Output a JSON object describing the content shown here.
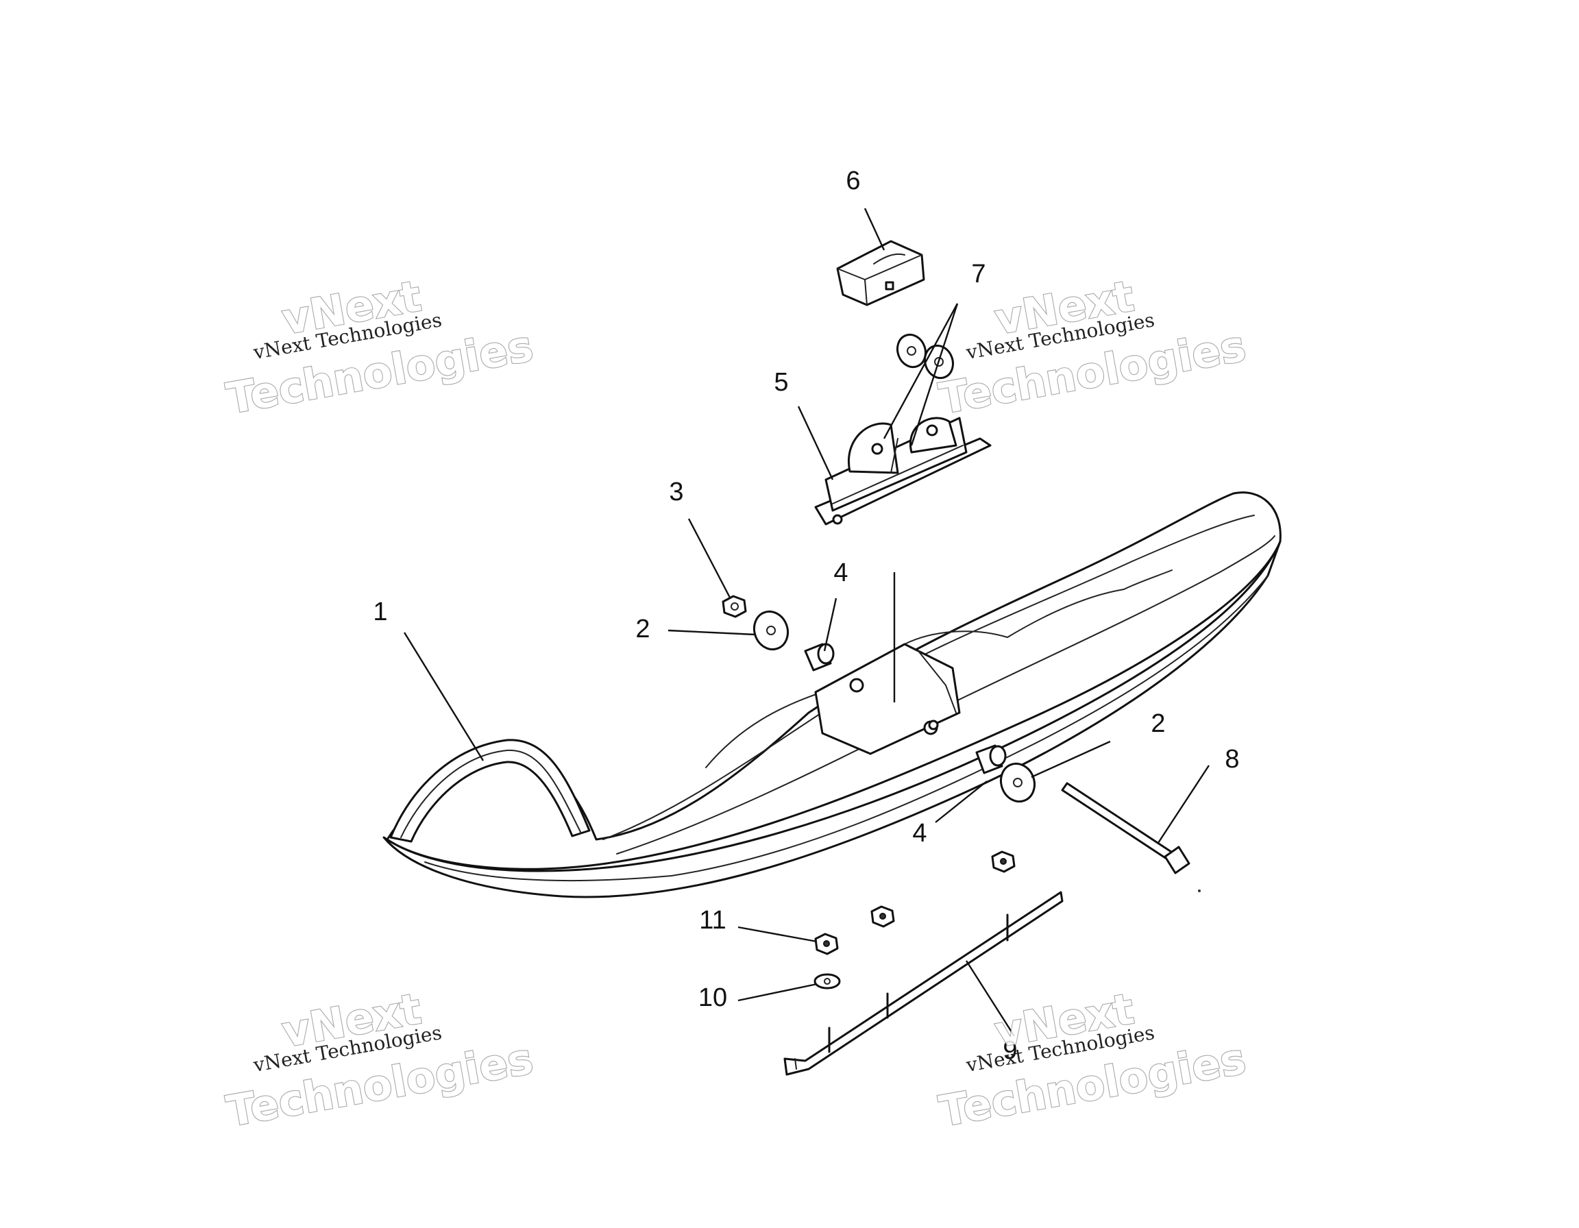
{
  "diagram": {
    "callouts": [
      "1",
      "2",
      "3",
      "4",
      "2",
      "4",
      "5",
      "6",
      "7",
      "8",
      "9",
      "10",
      "11"
    ],
    "watermark": {
      "line_small": "vNext Technologies",
      "line_big_1": "vNext",
      "line_big_2": "Technologies"
    }
  }
}
